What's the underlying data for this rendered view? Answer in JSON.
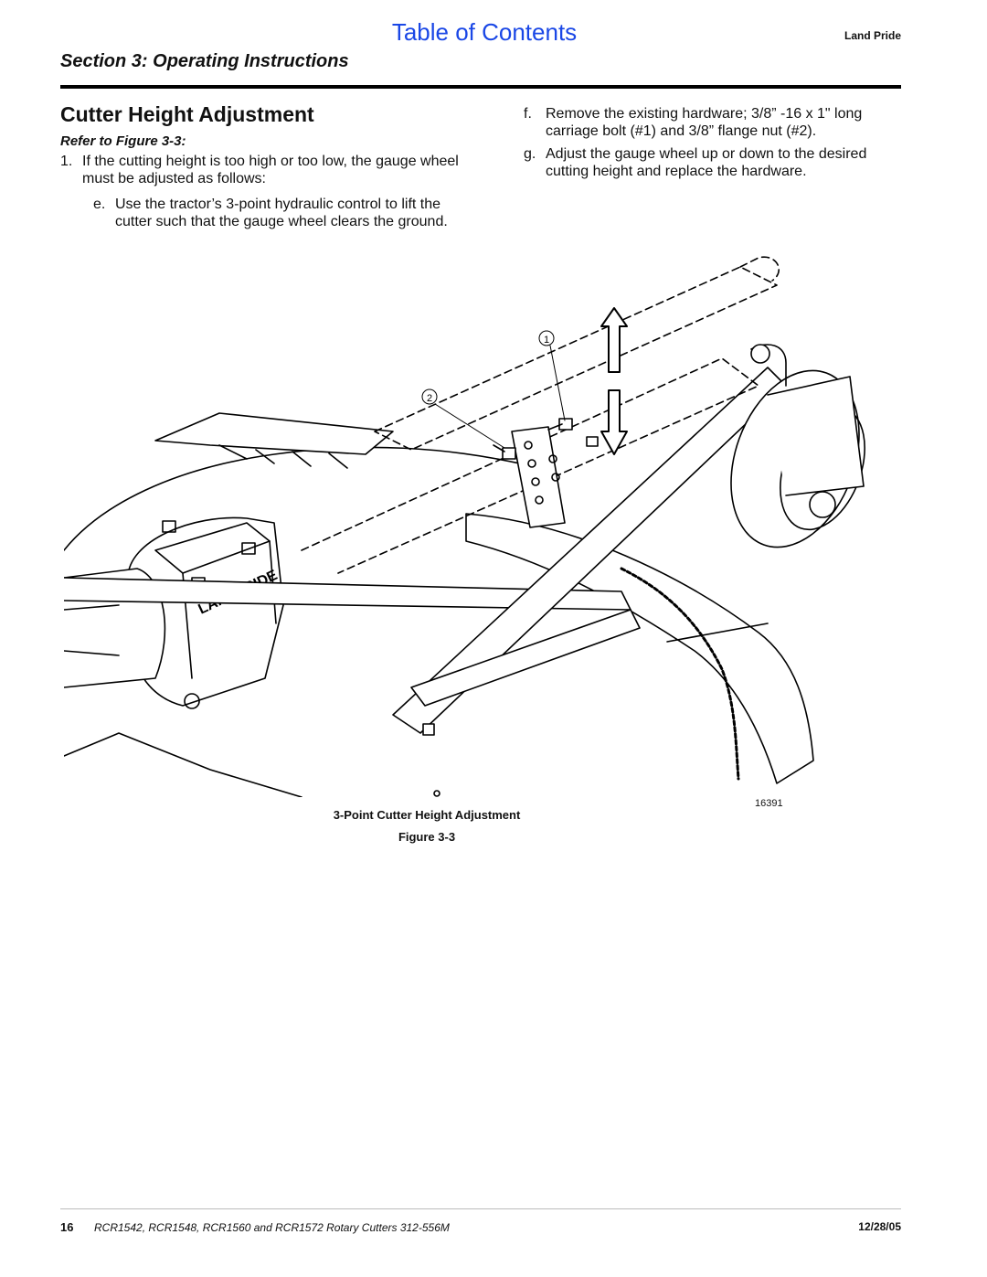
{
  "header": {
    "toc_link": "Table of Contents",
    "brand": "Land Pride",
    "section": "Section 3: Operating Instructions"
  },
  "main": {
    "heading": "Cutter Height Adjustment",
    "refer": "Refer to Figure 3-3:",
    "steps": [
      {
        "marker": "1.",
        "text": "If the cutting height is too high or too low, the gauge wheel must be adjusted as follows:"
      },
      {
        "marker": "e.",
        "text": "Use the tractor’s 3-point hydraulic control to lift the cutter such that the gauge wheel clears the ground."
      },
      {
        "marker": "f.",
        "text": "Remove the existing hardware; 3/8” -16 x 1\" long carriage bolt (#1) and 3/8” flange nut (#2)."
      },
      {
        "marker": "g.",
        "text": "Adjust the gauge wheel up or down to the desired cutting height and replace the hardware."
      }
    ]
  },
  "figure": {
    "callouts": [
      "1",
      "2"
    ],
    "decal_text": "LANDPRIDE",
    "image_number": "16391",
    "caption": "3-Point Cutter Height Adjustment",
    "label": "Figure 3-3"
  },
  "footer": {
    "page_number": "16",
    "doc_title": "RCR1542, RCR1548, RCR1560 and RCR1572 Rotary Cutters   312-556M",
    "date": "12/28/05"
  }
}
